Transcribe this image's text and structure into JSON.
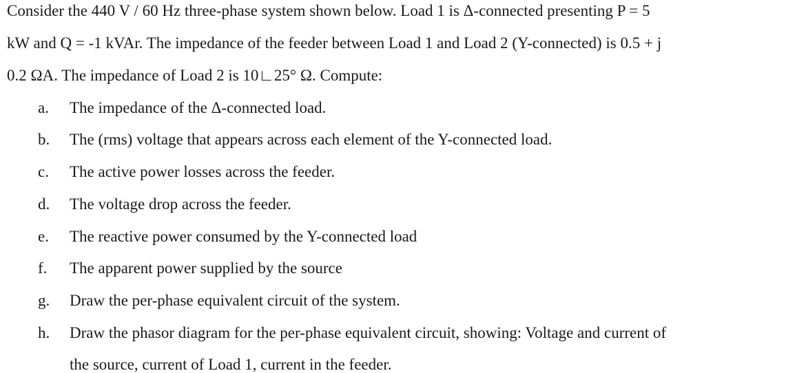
{
  "intro": [
    "Consider the 440 V / 60 Hz three-phase system shown below. Load 1 is Δ-connected presenting P = 5",
    "kW and Q = -1 kVAr. The impedance of the feeder between Load 1 and Load 2 (Y-connected) is 0.5 + j",
    "0.2 ΩA. The impedance of Load 2  is 10∟25° Ω. Compute:"
  ],
  "items": [
    {
      "marker": "a.",
      "lines": [
        "The impedance of the Δ-connected load."
      ]
    },
    {
      "marker": "b.",
      "lines": [
        "The (rms) voltage that appears across each element of the Y-connected load."
      ]
    },
    {
      "marker": "c.",
      "lines": [
        "The active power losses across the feeder."
      ]
    },
    {
      "marker": "d.",
      "lines": [
        "The voltage drop across the feeder."
      ]
    },
    {
      "marker": "e.",
      "lines": [
        "The reactive power consumed by the Y-connected load"
      ]
    },
    {
      "marker": "f.",
      "lines": [
        "The apparent power supplied by the source"
      ]
    },
    {
      "marker": "g.",
      "lines": [
        "Draw the per-phase equivalent circuit of the system."
      ]
    },
    {
      "marker": "h.",
      "lines": [
        "Draw the phasor diagram for the per-phase equivalent circuit, showing: Voltage and current of",
        "the source, current of Load 1, current in the feeder."
      ]
    }
  ]
}
